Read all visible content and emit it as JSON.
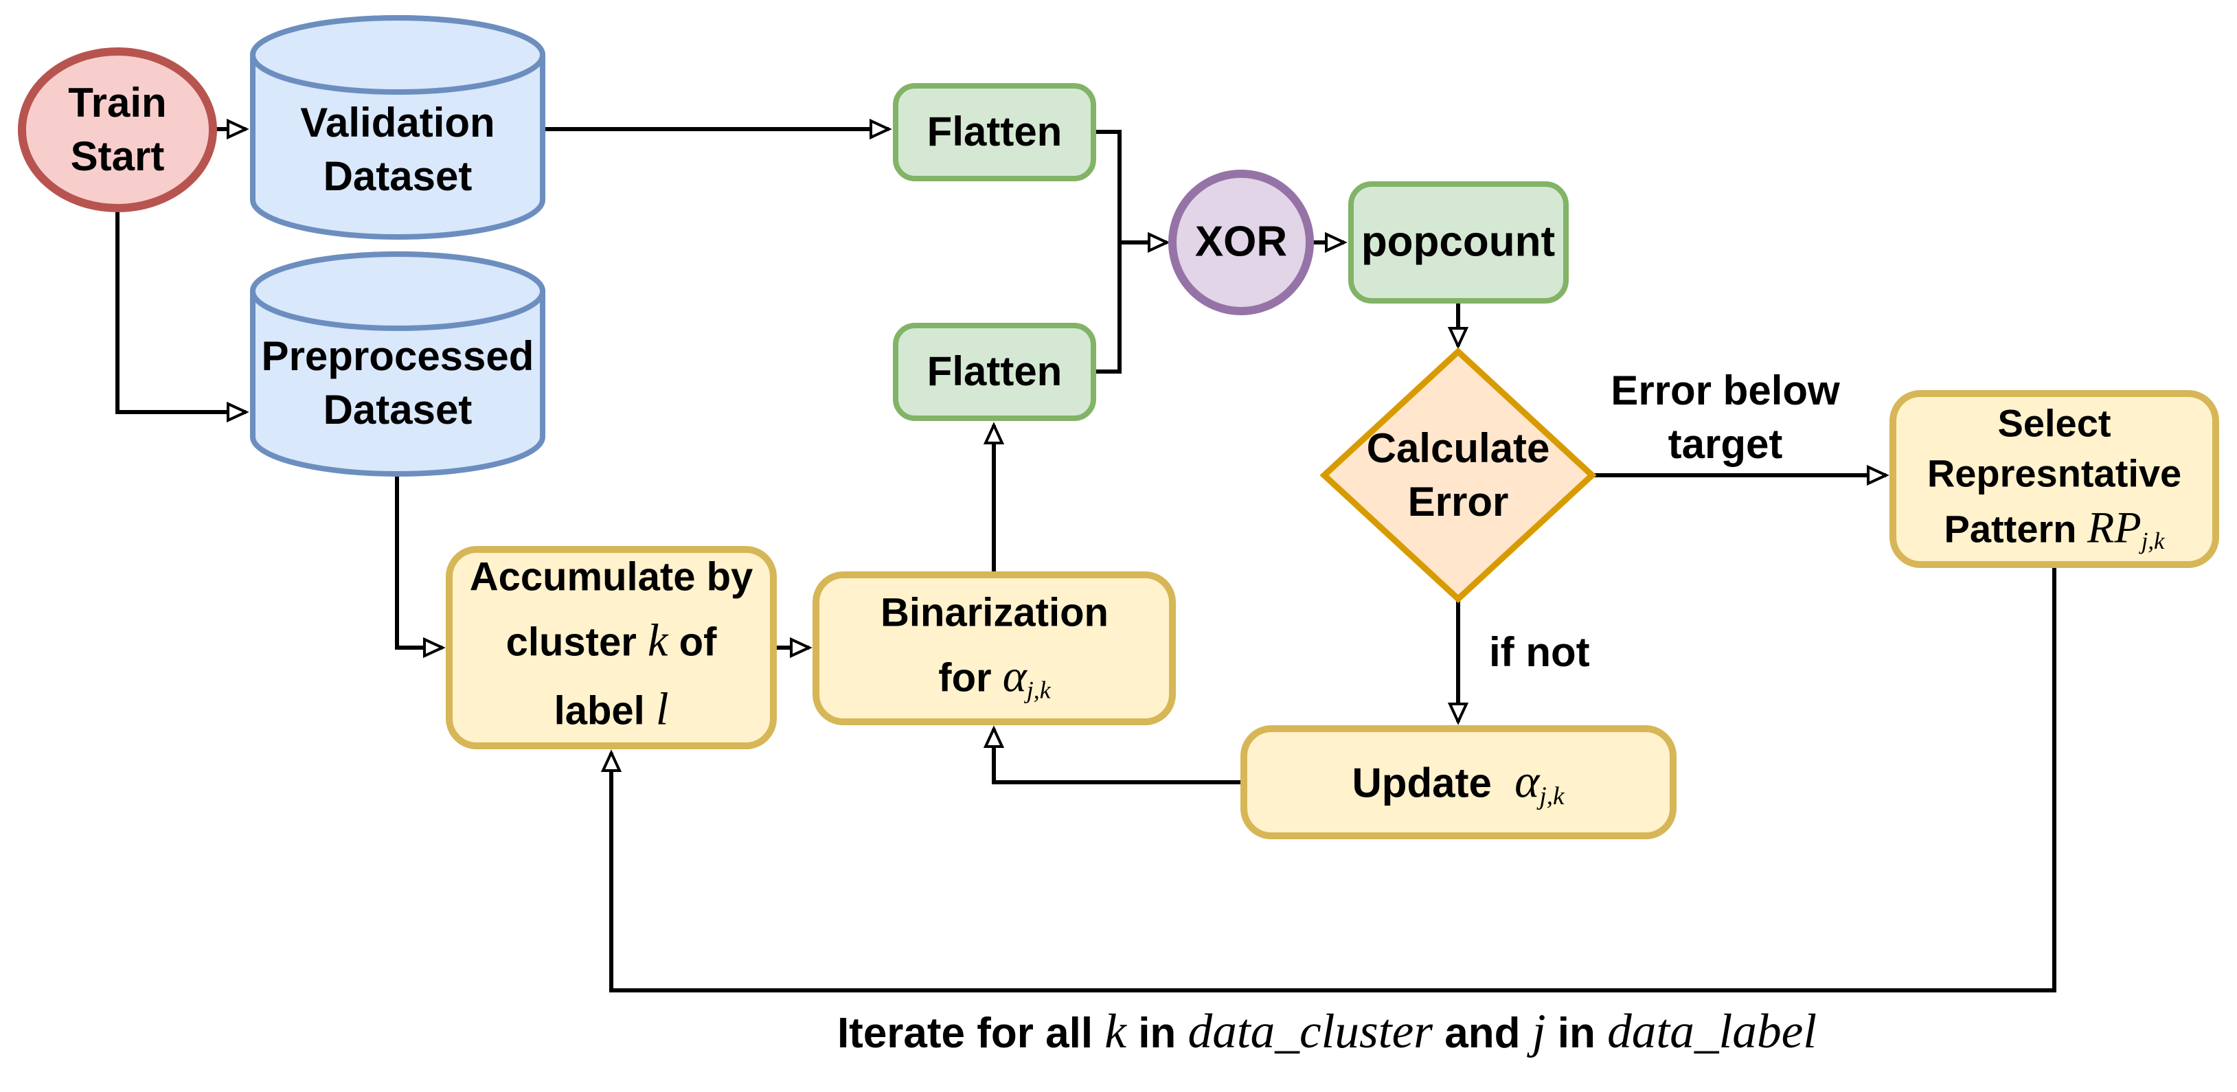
{
  "palette": {
    "background": "#ffffff",
    "line": "#000000",
    "start_fill": "#f8cecc",
    "start_stroke": "#b85450",
    "dataset_fill": "#dae8fc",
    "dataset_stroke": "#6c8ebf",
    "process_fill": "#d5e8d4",
    "process_stroke": "#82b366",
    "xor_fill": "#e1d5e7",
    "xor_stroke": "#9673a6",
    "decision_fill": "#ffe6cc",
    "decision_stroke": "#d79b00",
    "step_fill": "#fff2cc",
    "step_stroke": "#d6b656"
  },
  "nodes": {
    "train_start": {
      "line1": "Train",
      "line2": "Start"
    },
    "validation": {
      "line1": "Validation",
      "line2": "Dataset"
    },
    "preprocessed": {
      "line1": "Preprocessed",
      "line2": "Dataset"
    },
    "flatten_top": {
      "label": "Flatten"
    },
    "flatten_bottom": {
      "label": "Flatten"
    },
    "xor": {
      "label": "XOR"
    },
    "popcount": {
      "label": "popcount"
    },
    "calculate_error": {
      "line1": "Calculate",
      "line2": "Error"
    },
    "select_rp": {
      "line1": "Select",
      "line2": "Represntative",
      "line3_text": "Pattern",
      "line3_math": "RP",
      "line3_sub": "j,k"
    },
    "accumulate": {
      "line1": "Accumulate by",
      "line2_text": "cluster",
      "line2_math": "k",
      "line2_text2": "of",
      "line3_text": "label",
      "line3_math": "l"
    },
    "binarization": {
      "line1": "Binarization",
      "line2_text": "for",
      "line2_math": "α",
      "line2_sub": "j,k"
    },
    "update": {
      "text": "Update",
      "math": "α",
      "sub": "j,k"
    }
  },
  "edge_labels": {
    "error_below_line1": "Error below",
    "error_below_line2": "target",
    "if_not": "if not"
  },
  "caption": {
    "t1": "Iterate for all",
    "m1": "k",
    "t2": "in",
    "m2": "data_cluster",
    "t3": "and",
    "m3": "j",
    "t4": "in",
    "m4": "data_label"
  }
}
